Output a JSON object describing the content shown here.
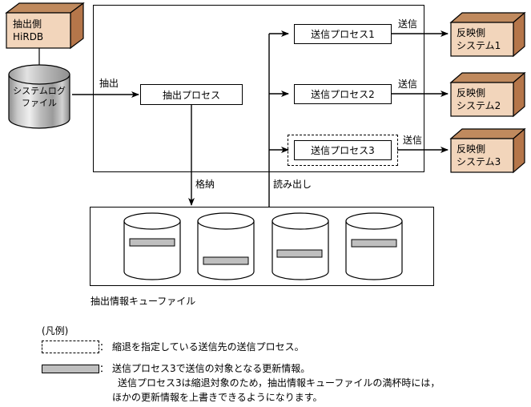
{
  "source_system": {
    "line1": "抽出側",
    "line2": "HiRDB",
    "name": "extraction-side-hirdb"
  },
  "log_file": {
    "line1": "システムログ",
    "line2": "ファイル"
  },
  "extraction": {
    "arrow_label": "抽出",
    "process_label": "抽出プロセス",
    "store_label": "格納",
    "read_label": "読み出し"
  },
  "send_processes": [
    {
      "label": "送信プロセス1",
      "arrow_label": "送信",
      "degenerate": false
    },
    {
      "label": "送信プロセス2",
      "arrow_label": "送信",
      "degenerate": false
    },
    {
      "label": "送信プロセス3",
      "arrow_label": "送信",
      "degenerate": true
    }
  ],
  "target_systems": [
    {
      "line1": "反映側",
      "line2": "システム1"
    },
    {
      "line1": "反映側",
      "line2": "システム2"
    },
    {
      "line1": "反映側",
      "line2": "システム3"
    }
  ],
  "queue": {
    "caption": "抽出情報キューファイル",
    "cylinders": [
      {
        "bar_position": "upper"
      },
      {
        "bar_position": "lower"
      },
      {
        "bar_position": "middle"
      },
      {
        "bar_position": "upper"
      }
    ]
  },
  "legend": {
    "title": "(凡例)",
    "entries": [
      {
        "swatch": "dashed-rectangle",
        "separator": "：",
        "lines": [
          "縮退を指定している送信先の送信プロセス。"
        ]
      },
      {
        "swatch": "gray-bar",
        "separator": "：",
        "lines": [
          "送信プロセス3で送信の対象となる更新情報。",
          "送信プロセス3は縮退対象のため，抽出情報キューファイルの満杯時には，",
          "ほかの更新情報を上書きできるようになります。"
        ]
      }
    ]
  },
  "colors": {
    "box_face": "#f2d5bb",
    "box_top": "#c08a5e",
    "box_side": "#b5764a",
    "bar_gray": "#bfbfbf",
    "line": "#000000"
  }
}
